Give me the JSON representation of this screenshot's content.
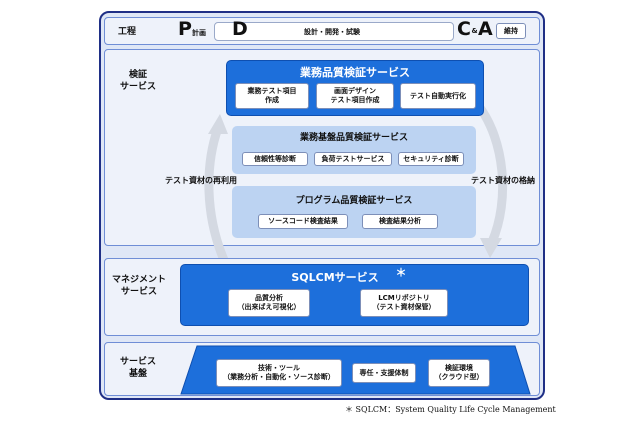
{
  "process": {
    "label": "工程",
    "p_letter": "P",
    "plan": "計画",
    "d_letter": "D",
    "do": "設計・開発・試験",
    "c_letter": "C",
    "amp": "&",
    "a_letter": "A",
    "act": "維持"
  },
  "verification": {
    "label_line1": "検証",
    "label_line2": "サービス",
    "business": {
      "title": "業務品質検証サービス",
      "items": [
        {
          "line1": "業務テスト項目",
          "line2": "作成"
        },
        {
          "line1": "画面デザイン",
          "line2": "テスト項目作成"
        },
        {
          "line1": "テスト自動実行化",
          "line2": ""
        }
      ]
    },
    "platform": {
      "title": "業務基盤品質検証サービス",
      "items": [
        "信頼性等診断",
        "負荷テストサービス",
        "セキュリティ診断"
      ]
    },
    "program": {
      "title": "プログラム品質検証サービス",
      "items": [
        "ソースコード検査結果",
        "検査結果分析"
      ]
    },
    "reuse_label": "テスト資材の再利用",
    "store_label": "テスト資材の格納"
  },
  "management": {
    "label_line1": "マネジメント",
    "label_line2": "サービス",
    "title": "SQLCMサービス",
    "asterisk": "＊",
    "items": [
      {
        "line1": "品質分析",
        "line2": "（出来ばえ可視化）"
      },
      {
        "line1": "LCMリポジトリ",
        "line2": "（テスト資材保管）"
      }
    ]
  },
  "foundation": {
    "label_line1": "サービス",
    "label_line2": "基盤",
    "items": [
      {
        "line1": "技術・ツール",
        "line2": "（業務分析・自動化・ソース診断）"
      },
      {
        "line1": "専任・支援体制",
        "line2": ""
      },
      {
        "line1": "検証環境",
        "line2": "（クラウド型）"
      }
    ]
  },
  "footnote": "＊ SQLCM：System Quality Life Cycle Management",
  "colors": {
    "frame": "#1f2f86",
    "blue_box": "#1d6fdb",
    "light_box": "#bcd3f2",
    "band": "#eef2fa"
  }
}
